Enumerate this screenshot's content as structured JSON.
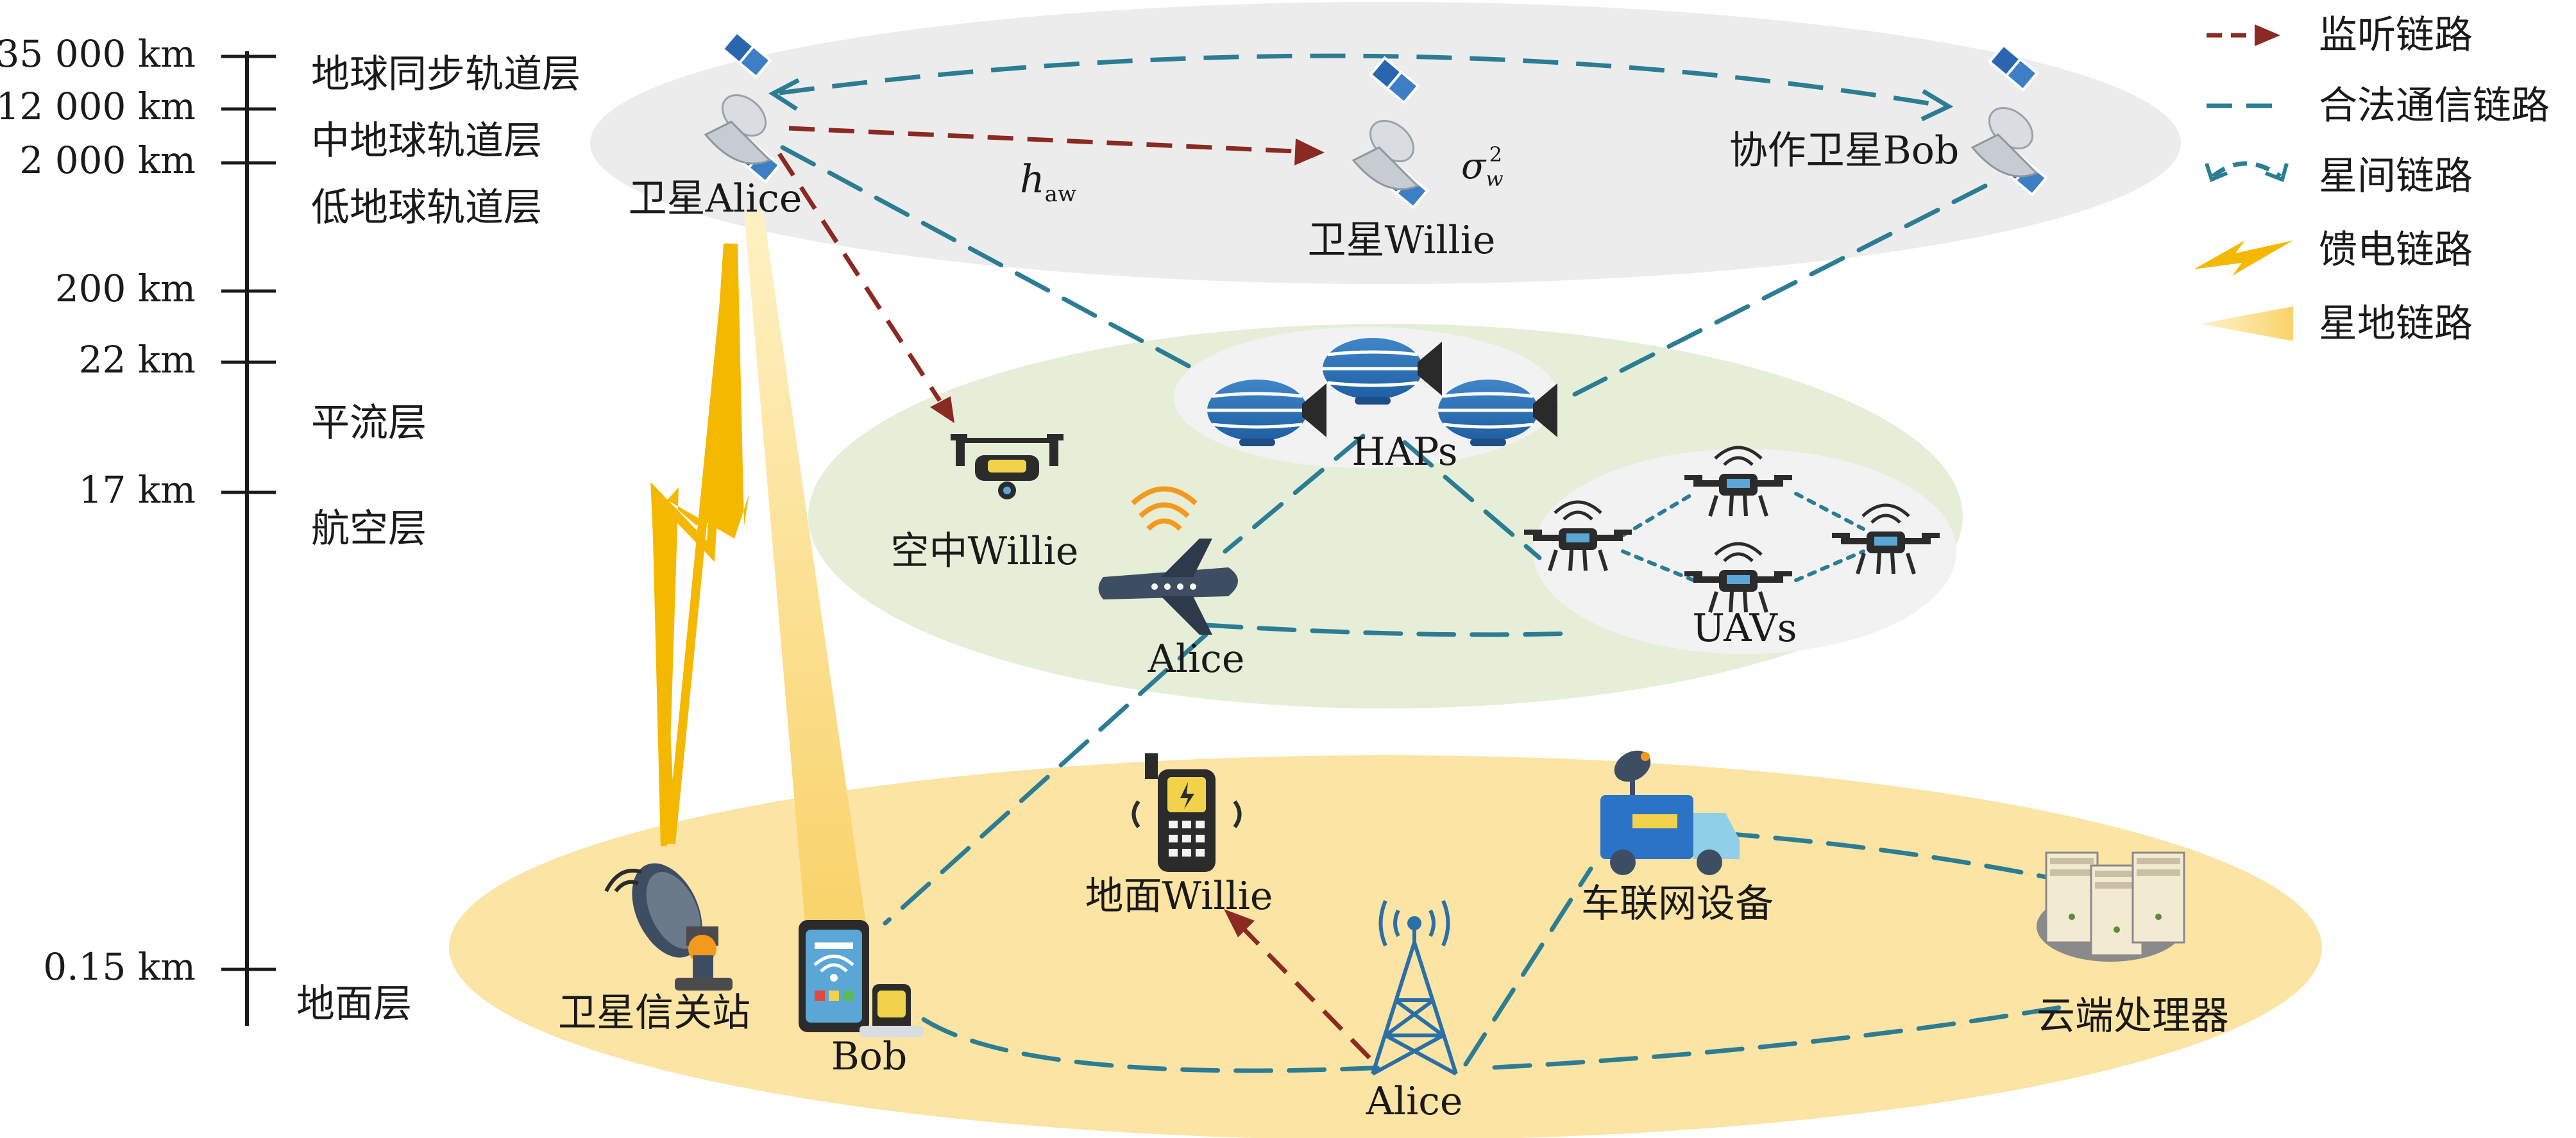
{
  "altitude_scale": [
    {
      "km": "35 000 km",
      "layer": "地球同步轨道层"
    },
    {
      "km": "12 000 km",
      "layer": "中地球轨道层"
    },
    {
      "km": "2 000 km",
      "layer": "低地球轨道层"
    },
    {
      "km": "200 km",
      "layer": ""
    },
    {
      "km": "22 km",
      "layer": "平流层"
    },
    {
      "km": "17 km",
      "layer": "航空层"
    },
    {
      "km": "0.15 km",
      "layer": "地面层"
    }
  ],
  "nodes": {
    "sat_alice": "卫星Alice",
    "sat_willie": "卫星Willie",
    "sat_bob": "协作卫星Bob",
    "haps": "HAPs",
    "air_willie": "空中Willie",
    "plane_alice": "Alice",
    "uavs": "UAVs",
    "ground_willie": "地面Willie",
    "vehicle": "车联网设备",
    "gateway": "卫星信关站",
    "bob": "Bob",
    "tower_alice": "Alice",
    "cloud": "云端处理器"
  },
  "symbols": {
    "h_main": "h",
    "h_sub": "aw",
    "sigma_main": "σ",
    "sigma_sub": "w",
    "sigma_sup": "2"
  },
  "legend": [
    {
      "label": "监听链路",
      "color": "#8b2a22",
      "icon": "dashed-arrow"
    },
    {
      "label": "合法通信链路",
      "color": "#2c7d93",
      "icon": "dashed-line"
    },
    {
      "label": "星间链路",
      "color": "#2c7d93",
      "icon": "curved-dashed-arrow"
    },
    {
      "label": "馈电链路",
      "color": "#f5b800",
      "icon": "lightning-bolt"
    },
    {
      "label": "星地链路",
      "color": "#f7d777",
      "icon": "beam-wedge"
    }
  ],
  "colors": {
    "eavesdrop": "#8b2a22",
    "legit": "#2c7d93",
    "feeder": "#f5b800",
    "beam": "#f7d777",
    "space_layer": "#ececec",
    "air_layer": "#e5edd6",
    "ground_layer": "#fbe4a4"
  }
}
